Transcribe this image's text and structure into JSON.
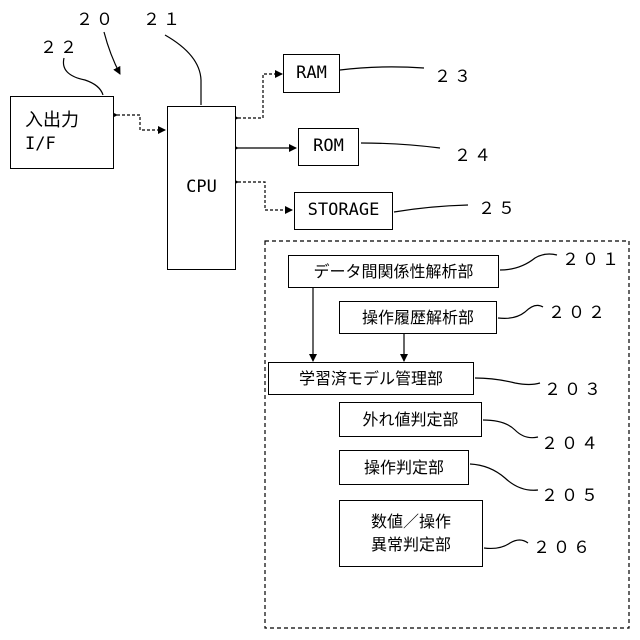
{
  "refs": {
    "r20": "２０",
    "r21": "２１",
    "r22": "２２",
    "r23": "２３",
    "r24": "２４",
    "r25": "２５",
    "r201": "２０１",
    "r202": "２０２",
    "r203": "２０３",
    "r204": "２０４",
    "r205": "２０５",
    "r206": "２０６"
  },
  "blocks": {
    "io_line1": "入出力",
    "io_line2": "I/F",
    "cpu": "CPU",
    "ram": "RAM",
    "rom": "ROM",
    "storage": "STORAGE"
  },
  "modules": {
    "m201": "データ間関係性解析部",
    "m202": "操作履歴解析部",
    "m203": "学習済モデル管理部",
    "m204": "外れ値判定部",
    "m205": "操作判定部",
    "m206_line1": "数値／操作",
    "m206_line2": "異常判定部"
  }
}
